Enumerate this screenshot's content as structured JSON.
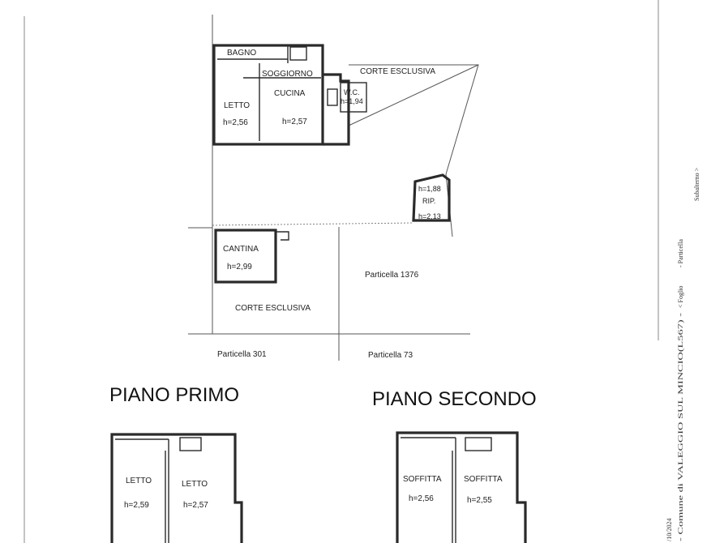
{
  "ground_floor": {
    "rooms": {
      "bagno": "BAGNO",
      "soggiorno": "SOGGIORNO",
      "cucina": "CUCINA",
      "cucina_h": "h=2,57",
      "letto": "LETTO",
      "letto_h": "h=2,56",
      "wc": "W.C.",
      "wc_h": "h=1,94",
      "corte_top": "CORTE ESCLUSIVA",
      "rip_h1": "h=1,88",
      "rip": "RIP.",
      "rip_h2": "h=2,13",
      "cantina": "CANTINA",
      "cantina_h": "h=2,99",
      "corte_bottom": "CORTE ESCLUSIVA"
    },
    "parcels": {
      "p1376": "Particella 1376",
      "p301": "Particella 301",
      "p73": "Particella 73"
    }
  },
  "first_floor": {
    "title": "PIANO PRIMO",
    "room1": "LETTO",
    "room1_h": "h=2,59",
    "room2": "LETTO",
    "room2_h": "h=2,57"
  },
  "second_floor": {
    "title": "PIANO SECONDO",
    "room1": "SOFFITTA",
    "room1_h": "h=2,56",
    "room2": "SOFFITTA",
    "room2_h": "h=2,55"
  },
  "side_text": {
    "line1": "Subalterno >",
    "line2": "- Particella",
    "line3": "< Foglio",
    "line4": "- Comune di VALEGGIO SUL MINCIO(L567) -",
    "line5": "/10/2024"
  }
}
